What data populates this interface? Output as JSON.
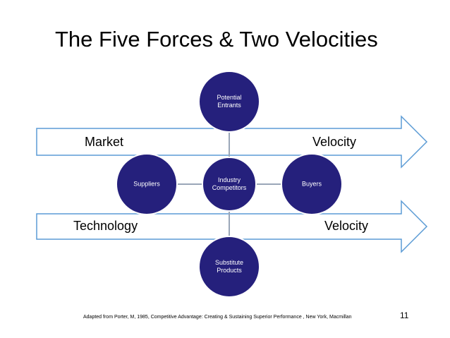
{
  "slide": {
    "title": "The Five Forces & Two Velocities",
    "citation": "Adapted from Porter, M, 1985, Competitive Advantage: Creating & Sustaining Superior Performance , New York, Macmillan",
    "page_number": "11"
  },
  "arrows": {
    "market": {
      "left_label": "Market",
      "right_label": "Velocity"
    },
    "technology": {
      "left_label": "Technology",
      "right_label": "Velocity"
    }
  },
  "nodes": {
    "entrants": {
      "label": "Potential\nEntrants"
    },
    "competitors": {
      "label": "Industry\nCompetitors"
    },
    "suppliers": {
      "label": "Suppliers"
    },
    "buyers": {
      "label": "Buyers"
    },
    "substitutes": {
      "label": "Substitute\nProducts"
    }
  },
  "colors": {
    "node_fill": "#25207c",
    "node_stroke": "#ffffff",
    "arrow_stroke": "#5b9bd5",
    "connector": "#9aa6b8"
  }
}
